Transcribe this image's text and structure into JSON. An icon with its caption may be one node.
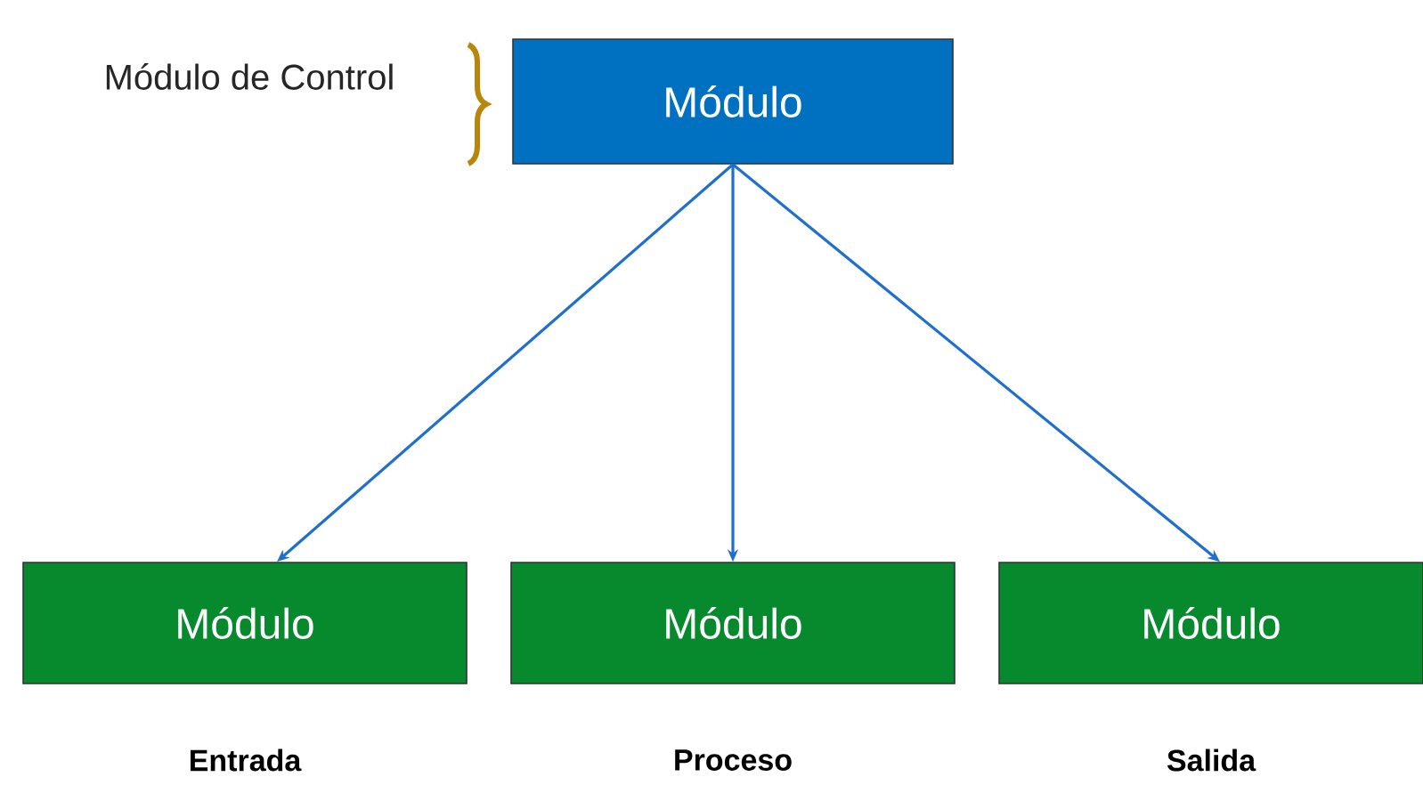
{
  "diagram": {
    "nodes": [
      {
        "text": [
          "Módulo"
        ],
        "beside": [
          "Módulo de Control"
        ]
      },
      {
        "text": [
          "Módulo"
        ],
        "beside": [
          "Entrada"
        ]
      },
      {
        "text": [
          "Módulo"
        ],
        "beside": [
          "Proceso"
        ]
      },
      {
        "text": [
          "Módulo"
        ],
        "beside": [
          "Salida"
        ]
      }
    ],
    "edges": [
      {
        "from": 0,
        "to": 1,
        "arrow": "to"
      },
      {
        "from": 0,
        "to": 2,
        "arrow": "to"
      },
      {
        "from": 0,
        "to": 3,
        "arrow": "to"
      }
    ]
  }
}
